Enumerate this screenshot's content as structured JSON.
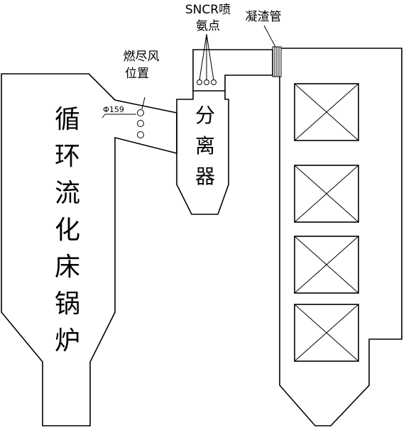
{
  "labels": {
    "boiler": [
      "循",
      "环",
      "流",
      "化",
      "床",
      "锅",
      "炉"
    ],
    "separator": [
      "分",
      "离",
      "器"
    ],
    "sncr_line1": "SNCR喷",
    "sncr_line2": "氨点",
    "slag_screen": "凝渣管",
    "overfire_line1": "燃尽风",
    "overfire_line2": "位置",
    "dimension": "Φ159"
  }
}
